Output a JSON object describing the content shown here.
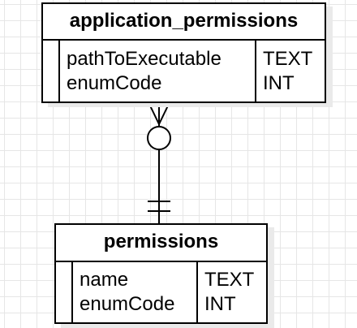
{
  "diagram": {
    "tables": [
      {
        "id": "application-permissions",
        "title": "application_permissions",
        "columns": [
          {
            "name": "pathToExecutable",
            "type": "TEXT"
          },
          {
            "name": "enumCode",
            "type": "INT"
          }
        ]
      },
      {
        "id": "permissions",
        "title": "permissions",
        "columns": [
          {
            "name": "name",
            "type": "TEXT"
          },
          {
            "name": "enumCode",
            "type": "INT"
          }
        ]
      }
    ],
    "relationship": {
      "from": "application-permissions",
      "to": "permissions",
      "from_cardinality": "zero-or-many",
      "to_cardinality": "exactly-one"
    }
  },
  "colors": {
    "line": "#000000",
    "background": "#ffffff",
    "grid": "#e6e6e6",
    "shadow": "#eaeaea"
  }
}
